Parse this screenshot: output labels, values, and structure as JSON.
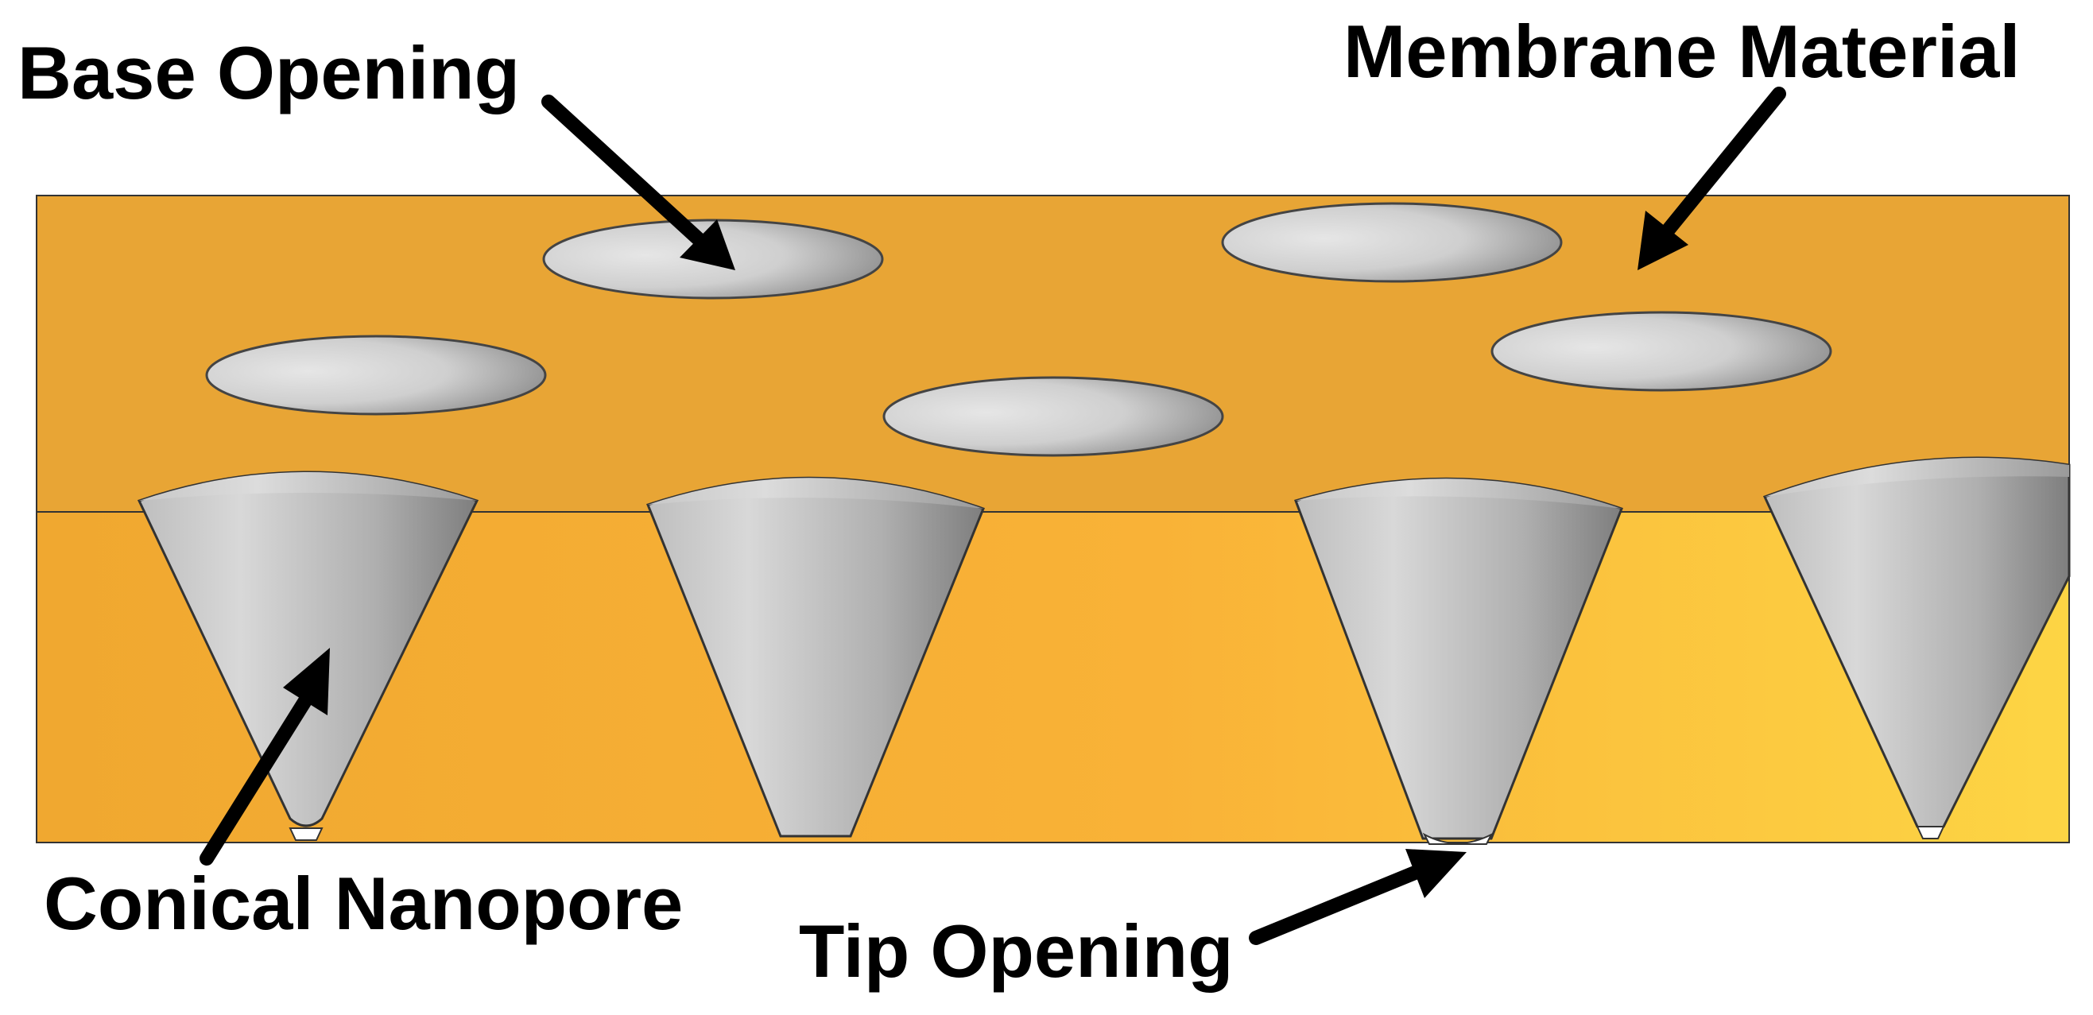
{
  "labels": {
    "base_opening": "Base Opening",
    "membrane_material": "Membrane Material",
    "conical_nanopore": "Conical Nanopore",
    "tip_opening": "Tip Opening"
  },
  "colors": {
    "membrane_top": "#E8A535",
    "membrane_front_left": "#F0A830",
    "membrane_front_right": "#FDD544",
    "pore_light": "#E2E2E2",
    "pore_dark": "#8C8C8C",
    "outline": "#333333",
    "arrow": "#000000",
    "label_text": "#000000"
  }
}
